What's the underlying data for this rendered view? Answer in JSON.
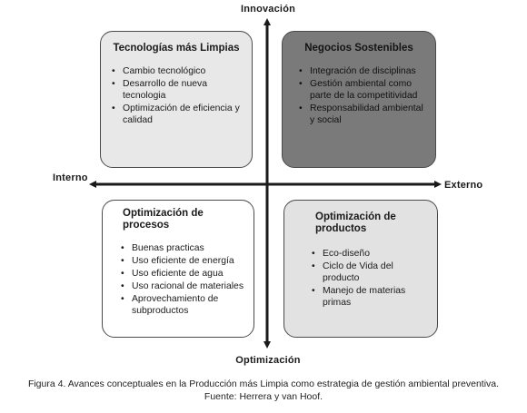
{
  "axes": {
    "top": "Innovación",
    "bottom": "Optimización",
    "left": "Interno",
    "right": "Externo"
  },
  "quadrants": {
    "top_left": {
      "title": "Tecnologías más Limpias",
      "items": [
        "Cambio tecnológico",
        "Desarrollo de nueva tecnologia",
        "Optimización de eficiencia y calidad"
      ]
    },
    "top_right": {
      "title": "Negocios Sostenibles",
      "items": [
        "Integración de disciplinas",
        "Gestión ambiental como parte de la competitividad",
        "Responsabilidad ambiental y social"
      ]
    },
    "bottom_left": {
      "title": "Optimización de procesos",
      "items": [
        "Buenas practicas",
        "Uso eficiente de energía",
        "Uso eficiente de agua",
        "Uso racional de materiales",
        "Aprovechamiento de subproductos"
      ]
    },
    "bottom_right": {
      "title": "Optimización de productos",
      "items": [
        "Eco-diseño",
        "Ciclo de Vida del producto",
        "Manejo de materias primas"
      ]
    }
  },
  "caption": {
    "line1": "Figura 4. Avances conceptuales en la Producción más Limpia como estrategia de gestión ambiental preventiva.",
    "line2": "Fuente: Herrera y van Hoof."
  },
  "colors": {
    "top_left_fill": "#e8e8e8",
    "top_right_fill": "#7a7a7a",
    "bottom_left_fill": "#ffffff",
    "bottom_right_fill": "#e2e2e2",
    "axis": "#1a1a1a"
  }
}
